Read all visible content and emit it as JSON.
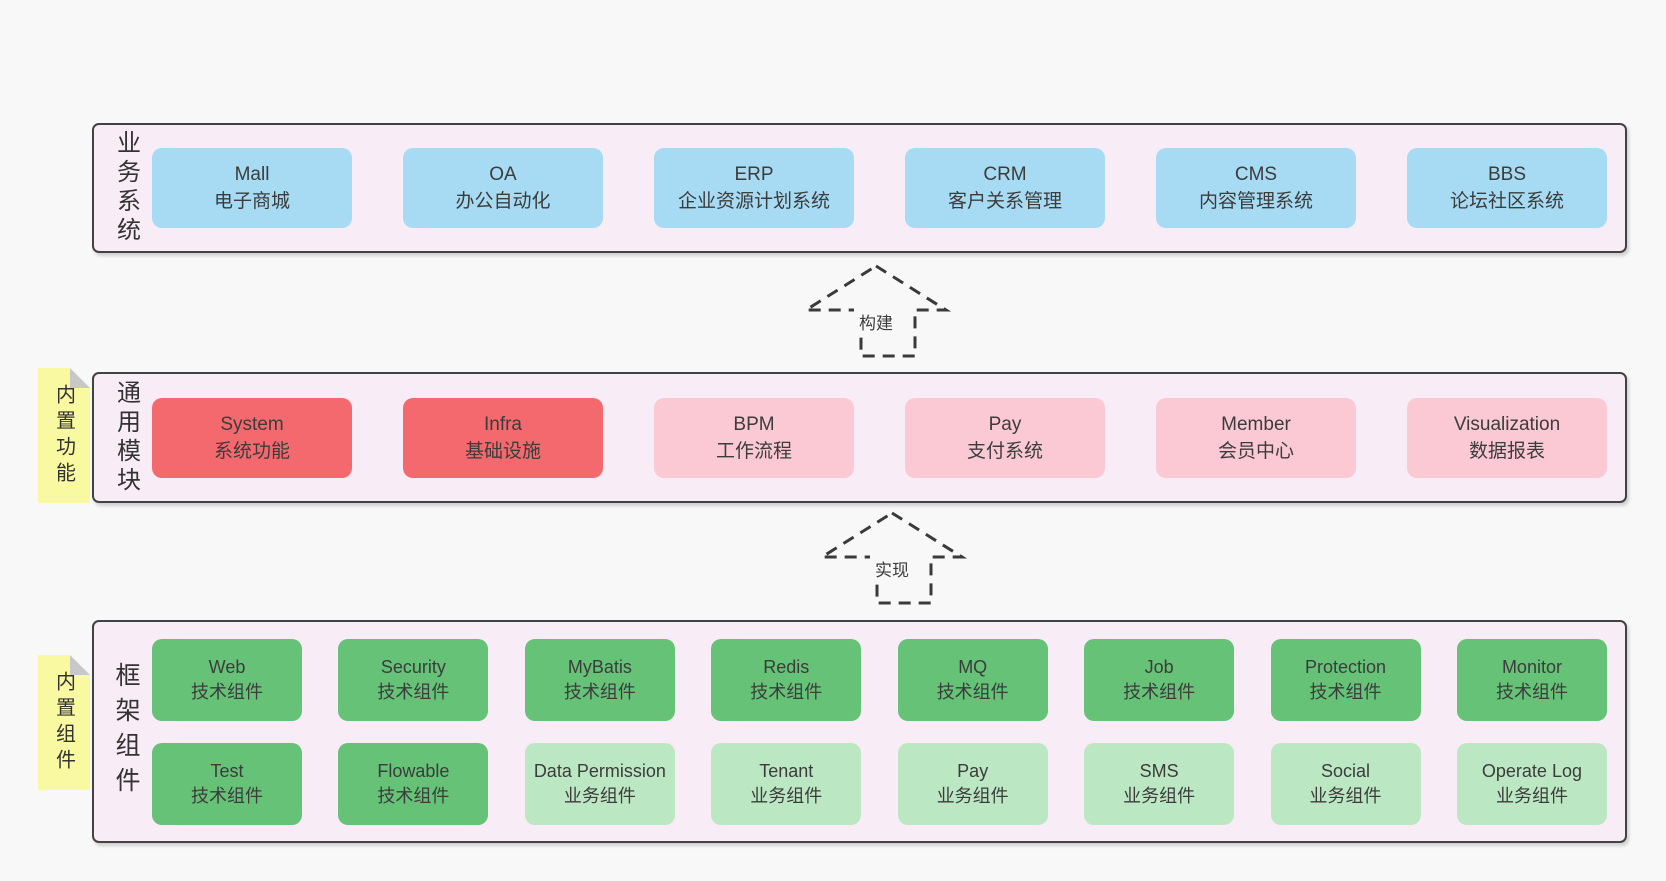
{
  "page": {
    "background": "#f8f8f8"
  },
  "colors": {
    "band_bg": "#f8ecf6",
    "band_border": "#424242",
    "blue": "#a6dbf3",
    "red": "#f4696d",
    "pink": "#fbc9d4",
    "green": "#65c277",
    "light_green": "#bce7c3",
    "note_yellow": "#f9f9a2",
    "note_fold": "#c8c8c8",
    "text": "#3c3c3c"
  },
  "arrows": [
    {
      "label": "构建"
    },
    {
      "label": "实现"
    }
  ],
  "bands": [
    {
      "id": "business-systems",
      "side_label": "业务系统",
      "note": null,
      "rows": [
        [
          {
            "title": "Mall",
            "subtitle": "电子商城",
            "variant": "blue"
          },
          {
            "title": "OA",
            "subtitle": "办公自动化",
            "variant": "blue"
          },
          {
            "title": "ERP",
            "subtitle": "企业资源计划系统",
            "variant": "blue"
          },
          {
            "title": "CRM",
            "subtitle": "客户关系管理",
            "variant": "blue"
          },
          {
            "title": "CMS",
            "subtitle": "内容管理系统",
            "variant": "blue"
          },
          {
            "title": "BBS",
            "subtitle": "论坛社区系统",
            "variant": "blue"
          }
        ]
      ]
    },
    {
      "id": "common-modules",
      "side_label": "通用模块",
      "note": "内置功能",
      "rows": [
        [
          {
            "title": "System",
            "subtitle": "系统功能",
            "variant": "red"
          },
          {
            "title": "Infra",
            "subtitle": "基础设施",
            "variant": "red"
          },
          {
            "title": "BPM",
            "subtitle": "工作流程",
            "variant": "pink"
          },
          {
            "title": "Pay",
            "subtitle": "支付系统",
            "variant": "pink"
          },
          {
            "title": "Member",
            "subtitle": "会员中心",
            "variant": "pink"
          },
          {
            "title": "Visualization",
            "subtitle": "数据报表",
            "variant": "pink"
          }
        ]
      ]
    },
    {
      "id": "framework-components",
      "side_label": "框架组件",
      "note": "内置组件",
      "rows": [
        [
          {
            "title": "Web",
            "subtitle": "技术组件",
            "variant": "green"
          },
          {
            "title": "Security",
            "subtitle": "技术组件",
            "variant": "green"
          },
          {
            "title": "MyBatis",
            "subtitle": "技术组件",
            "variant": "green"
          },
          {
            "title": "Redis",
            "subtitle": "技术组件",
            "variant": "green"
          },
          {
            "title": "MQ",
            "subtitle": "技术组件",
            "variant": "green"
          },
          {
            "title": "Job",
            "subtitle": "技术组件",
            "variant": "green"
          },
          {
            "title": "Protection",
            "subtitle": "技术组件",
            "variant": "green"
          },
          {
            "title": "Monitor",
            "subtitle": "技术组件",
            "variant": "green"
          }
        ],
        [
          {
            "title": "Test",
            "subtitle": "技术组件",
            "variant": "green"
          },
          {
            "title": "Flowable",
            "subtitle": "技术组件",
            "variant": "green"
          },
          {
            "title": "Data Permission",
            "subtitle": "业务组件",
            "variant": "light_green"
          },
          {
            "title": "Tenant",
            "subtitle": "业务组件",
            "variant": "light_green"
          },
          {
            "title": "Pay",
            "subtitle": "业务组件",
            "variant": "light_green"
          },
          {
            "title": "SMS",
            "subtitle": "业务组件",
            "variant": "light_green"
          },
          {
            "title": "Social",
            "subtitle": "业务组件",
            "variant": "light_green"
          },
          {
            "title": "Operate Log",
            "subtitle": "业务组件",
            "variant": "light_green"
          }
        ]
      ]
    }
  ]
}
